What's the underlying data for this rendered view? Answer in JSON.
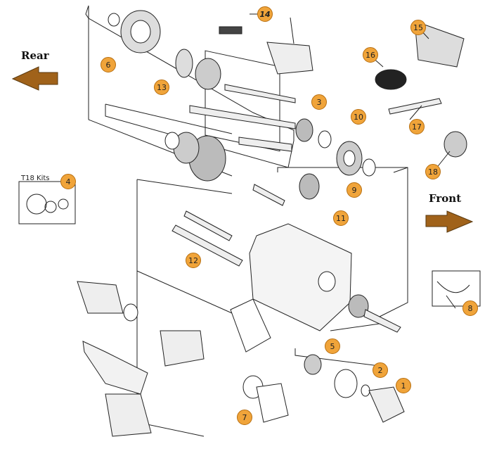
{
  "labels": {
    "rear": "Rear",
    "front": "Front",
    "kits": "T18 Kits"
  },
  "callouts": [
    "1",
    "2",
    "3",
    "4",
    "5",
    "6",
    "7",
    "8",
    "9",
    "10",
    "11",
    "12",
    "13",
    "14",
    "15",
    "16",
    "17",
    "18"
  ],
  "colors": {
    "badge_fill": "#f0a43a",
    "badge_stroke": "#b86f10",
    "arrow_fill": "#a0621a",
    "line": "#222222"
  }
}
